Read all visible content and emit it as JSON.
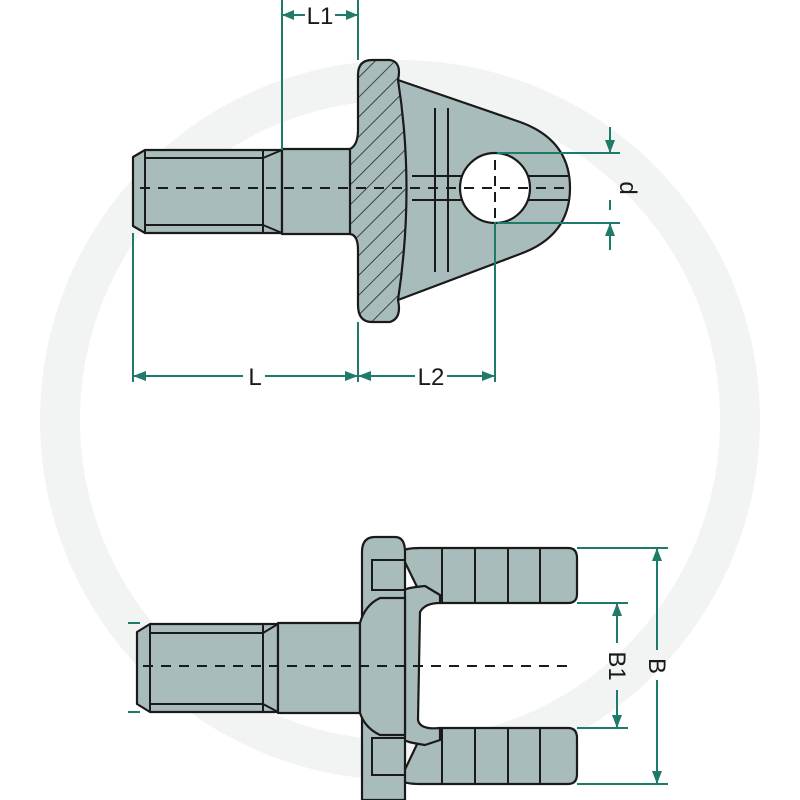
{
  "drawing": {
    "top_view": {
      "labels": {
        "L1": "L1",
        "L": "L",
        "L2": "L2",
        "d": "d"
      }
    },
    "bottom_view": {
      "labels": {
        "B": "B",
        "B1": "B1"
      }
    },
    "colors": {
      "part_fill": "#a9bcbc",
      "dimension": "#1f7a6a",
      "outline": "#1a1a1a"
    }
  }
}
